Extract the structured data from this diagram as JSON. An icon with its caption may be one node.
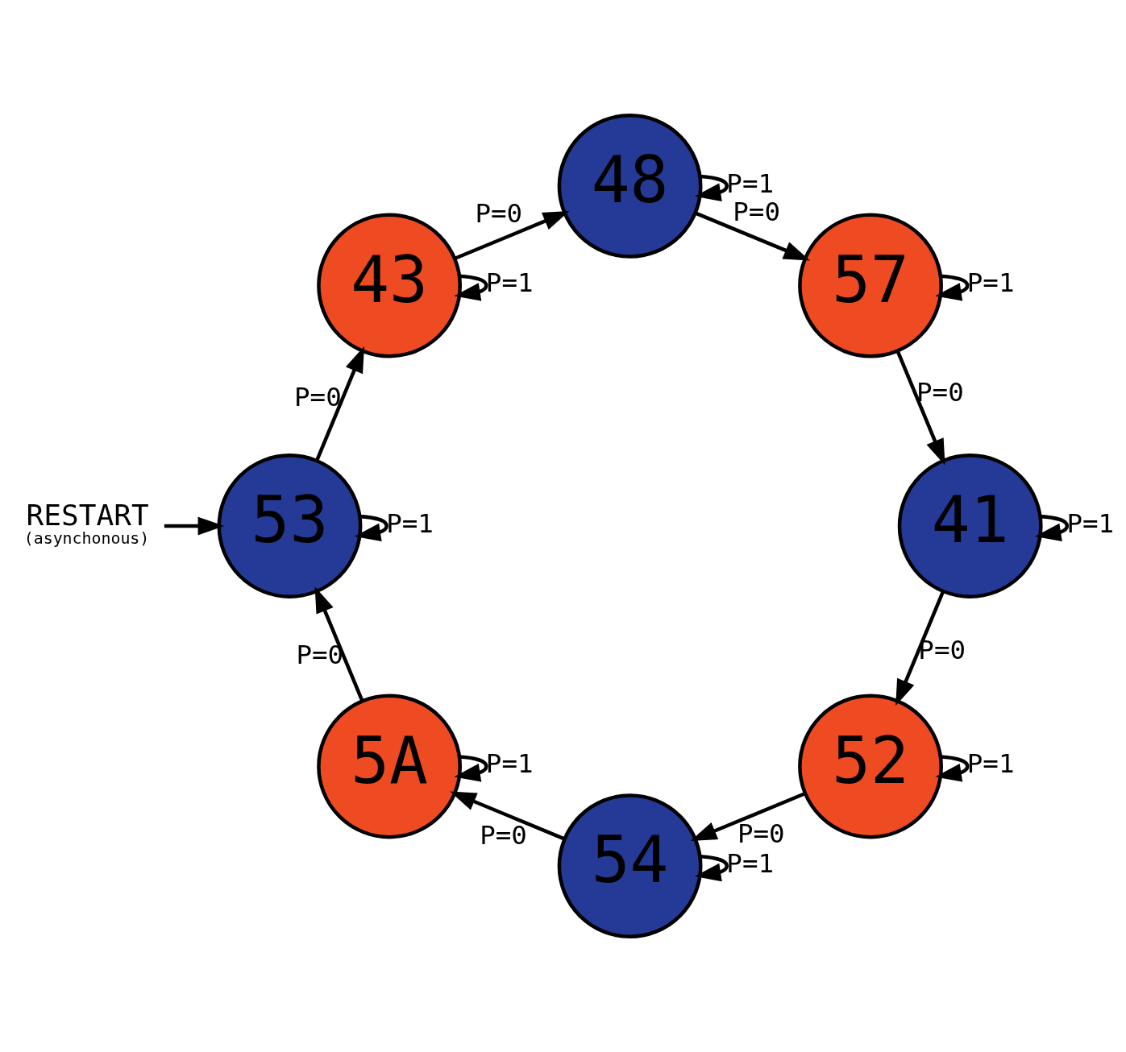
{
  "diagram": {
    "nodes": [
      {
        "text": [
          "RESTART",
          "(asynchonous)"
        ]
      },
      {
        "text": [
          "53"
        ]
      },
      {
        "text": [
          "43"
        ]
      },
      {
        "text": [
          "48"
        ]
      },
      {
        "text": [
          "57"
        ]
      },
      {
        "text": [
          "41"
        ]
      },
      {
        "text": [
          "52"
        ]
      },
      {
        "text": [
          "54"
        ]
      },
      {
        "text": [
          "5A"
        ]
      }
    ],
    "edges": [
      {
        "from": 0,
        "to": 1,
        "arrow": "to"
      },
      {
        "from": 1,
        "to": 1,
        "label": "P=1",
        "arrow": "to"
      },
      {
        "from": 1,
        "to": 2,
        "label": "P=0",
        "arrow": "to"
      },
      {
        "from": 2,
        "to": 2,
        "label": "P=1",
        "arrow": "to"
      },
      {
        "from": 2,
        "to": 3,
        "label": "P=0",
        "arrow": "to"
      },
      {
        "from": 3,
        "to": 3,
        "label": "P=1",
        "arrow": "to"
      },
      {
        "from": 3,
        "to": 4,
        "label": "P=0",
        "arrow": "to"
      },
      {
        "from": 4,
        "to": 4,
        "label": "P=1",
        "arrow": "to"
      },
      {
        "from": 4,
        "to": 5,
        "label": "P=0",
        "arrow": "to"
      },
      {
        "from": 5,
        "to": 5,
        "label": "P=1",
        "arrow": "to"
      },
      {
        "from": 5,
        "to": 6,
        "label": "P=0",
        "arrow": "to"
      },
      {
        "from": 6,
        "to": 6,
        "label": "P=1",
        "arrow": "to"
      },
      {
        "from": 6,
        "to": 7,
        "label": "P=0",
        "arrow": "to"
      },
      {
        "from": 7,
        "to": 7,
        "label": "P=1",
        "arrow": "to"
      },
      {
        "from": 7,
        "to": 8,
        "label": "P=0",
        "arrow": "to"
      },
      {
        "from": 8,
        "to": 8,
        "label": "P=1",
        "arrow": "to"
      },
      {
        "from": 8,
        "to": 1,
        "label": "P=0",
        "arrow": "to"
      }
    ]
  }
}
